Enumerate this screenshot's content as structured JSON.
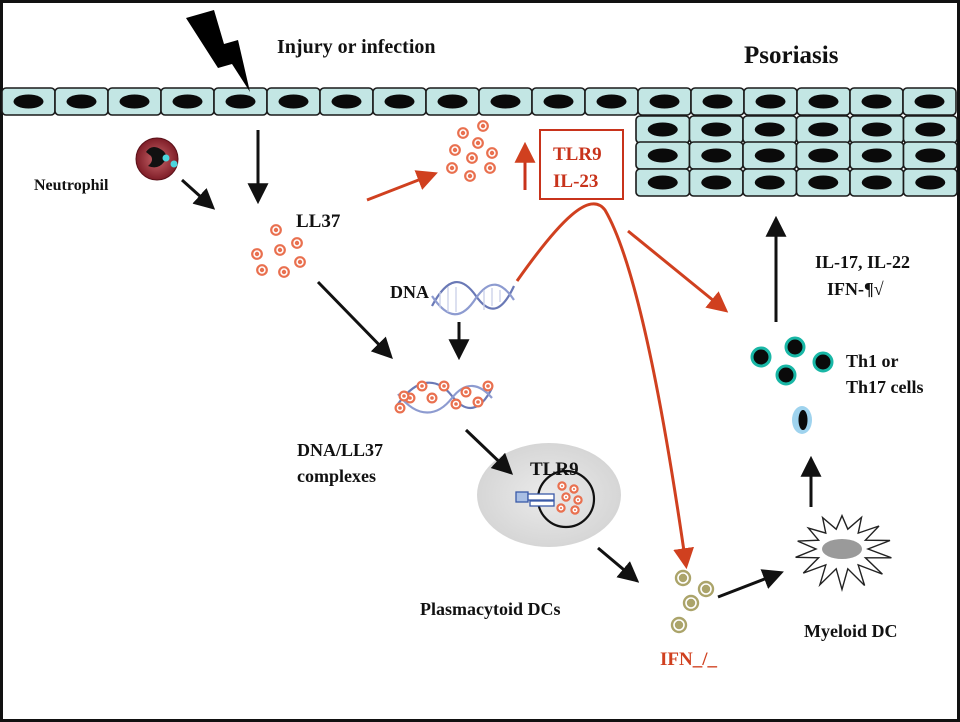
{
  "colors": {
    "cell_fill": "#c3e6e4",
    "cell_stroke": "#1a1a1a",
    "nucleus": "#0a0a0a",
    "black_arrow": "#111111",
    "red_arrow": "#d0401f",
    "ll37_dot": "#e9704f",
    "ifn_dot": "#aba46a",
    "th_ring": "#19b7a6",
    "pdc_halo": "#dedede",
    "tlr_box": "#c8331b",
    "frame": "#111111"
  },
  "icons": {
    "injury": "lightning-bolt-icon",
    "neutrophil": "neutrophil-cell-icon",
    "dna": "dna-helix-icon",
    "receptor": "tlr9-receptor-icon",
    "myeloid": "spiky-dendritic-cell-icon"
  },
  "labels": {
    "injury": "Injury or infection",
    "psoriasis": "Psoriasis",
    "neutrophil": "Neutrophil",
    "ll37": "LL37",
    "dna": "DNA",
    "tlr_box_line1": "TLR9",
    "tlr_box_line2": "IL-23",
    "cytokines_line1": "IL-17, IL-22",
    "cytokines_line2": "IFN-¶√",
    "th_line1": "Th1 or",
    "th_line2": "Th17 cells",
    "complexes_line1": "DNA/LL37",
    "complexes_line2": "complexes",
    "tlr9": "TLR9",
    "pdc": "Plasmacytoid DCs",
    "ifn": "IFN_/_",
    "myeloid": "Myeloid DC"
  }
}
